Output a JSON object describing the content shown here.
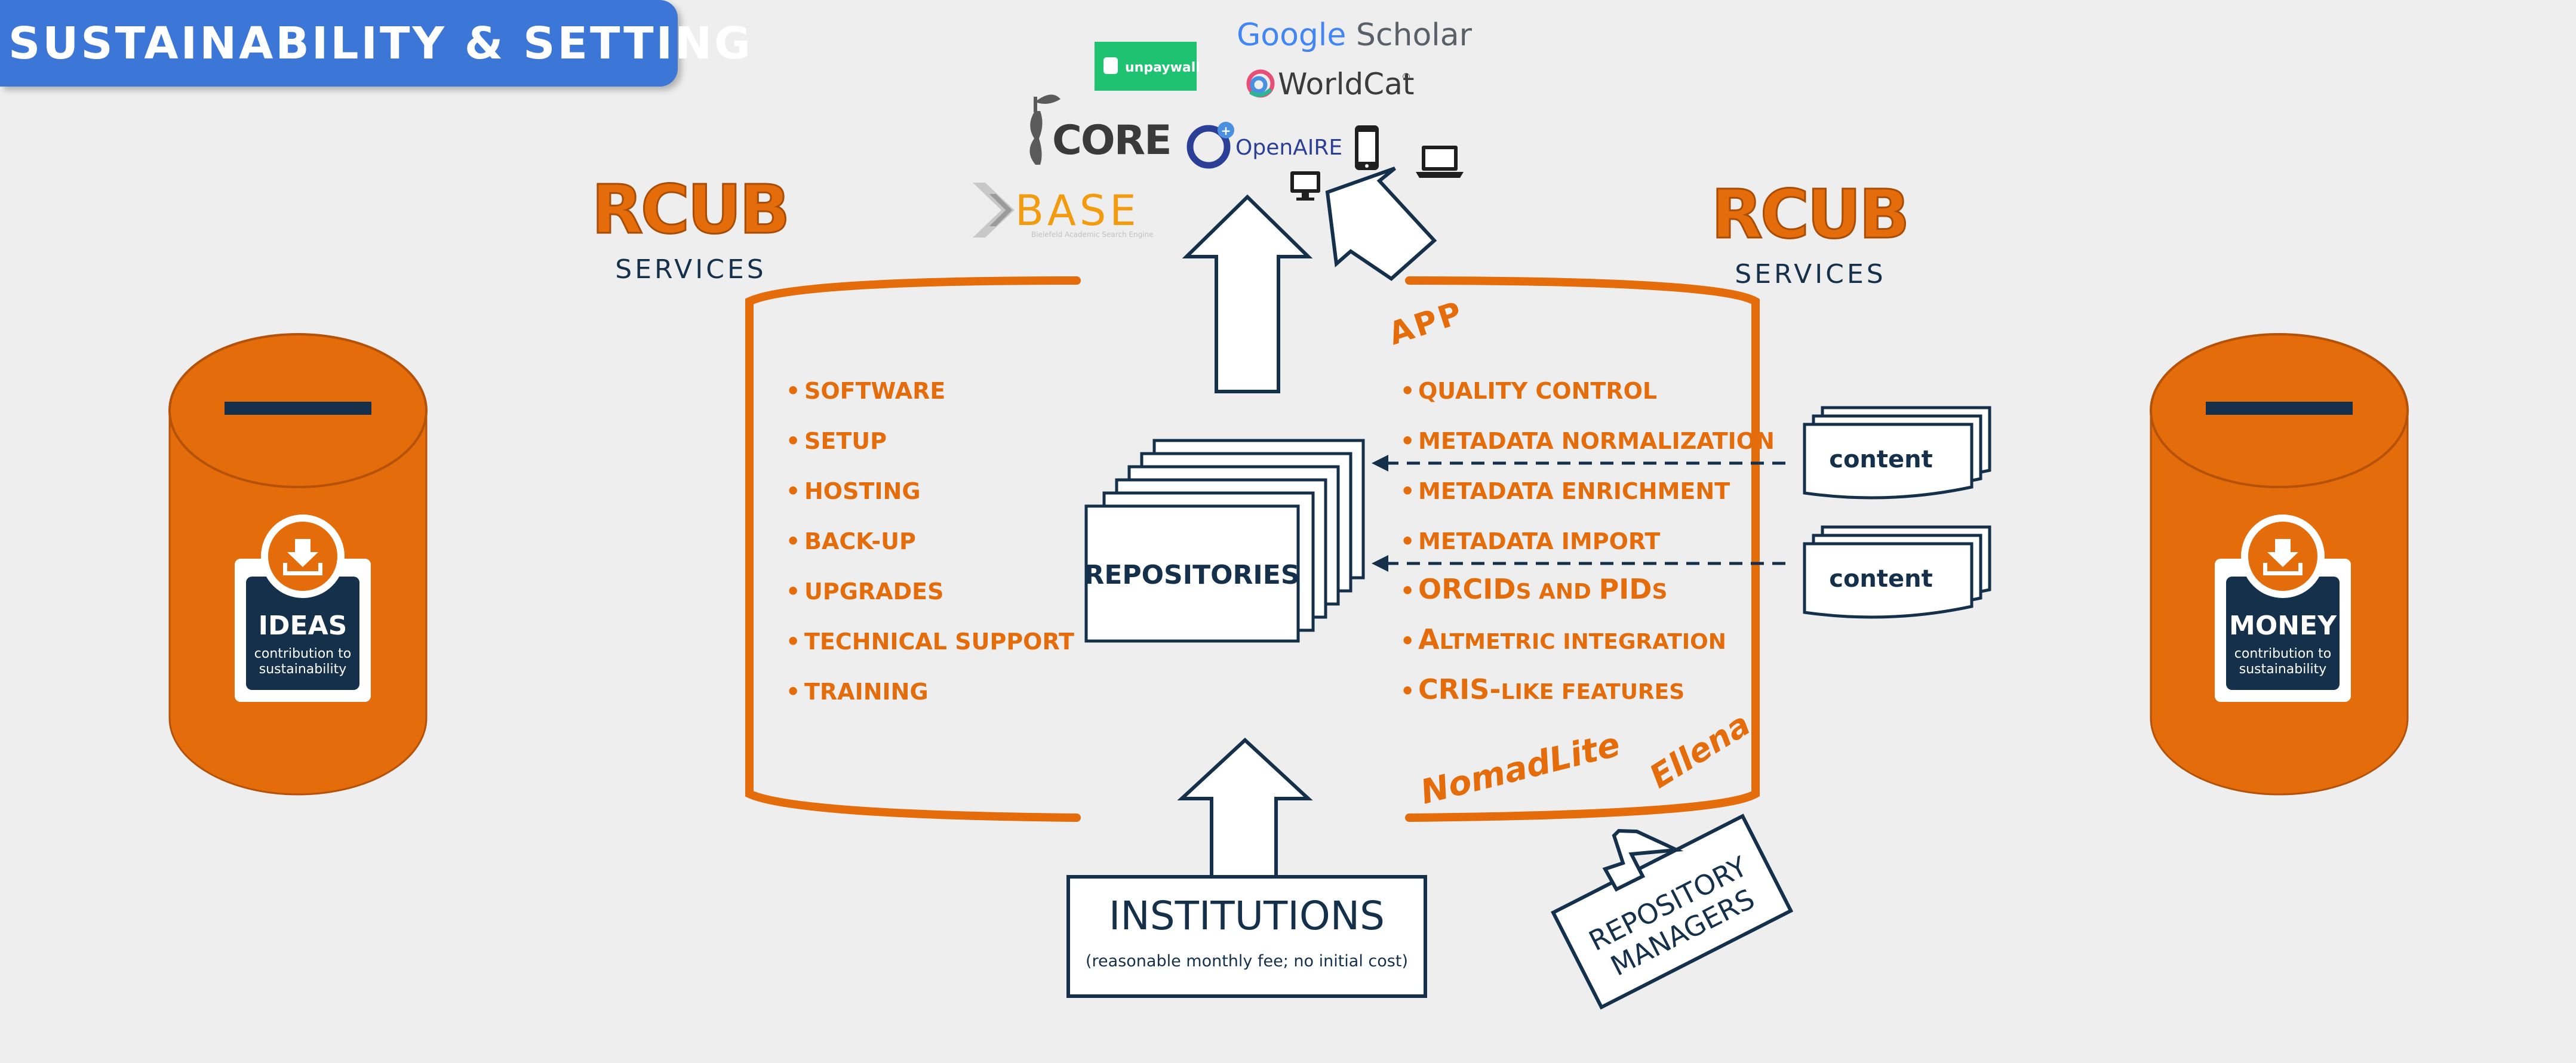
{
  "title": "SUSTAINABILITY & SETTING",
  "colors": {
    "orange": "#e46c0a",
    "navy": "#14304b",
    "blue": "#3c76d6",
    "background": "#eeeeef",
    "unpaywall_green": "#1ec271"
  },
  "rcub_left": {
    "logo": "RCUB",
    "label": "SERVICES"
  },
  "rcub_right": {
    "logo": "RCUB",
    "label": "SERVICES"
  },
  "ideas_box": {
    "title": "IDEAS",
    "subtitle_1": "contribution to",
    "subtitle_2": "sustainability",
    "icon": "download-icon"
  },
  "money_box": {
    "title": "MONEY",
    "subtitle_1": "contribution to",
    "subtitle_2": "sustainability",
    "icon": "download-icon"
  },
  "services_left": [
    "SOFTWARE",
    "SETUP",
    "HOSTING",
    "BACK-UP",
    "UPGRADES",
    "TECHNICAL SUPPORT",
    "TRAINING"
  ],
  "services_right": {
    "quality_control": "QUALITY CONTROL",
    "metadata_normalization": "METADATA NORMALIZATION",
    "metadata_enrichment": "METADATA ENRICHMENT",
    "metadata_import": "METADATA IMPORT",
    "orcids_a": "ORCID",
    "orcids_b": "S AND ",
    "orcids_c": "PID",
    "orcids_d": "S",
    "altmetric_a": "A",
    "altmetric_b": "LTMETRIC INTEGRATION",
    "cris_a": "CRIS-",
    "cris_b": "LIKE FEATURES"
  },
  "repositories_label": "REPOSITORIES",
  "content_labels": [
    "content",
    "content"
  ],
  "app_label": "APP",
  "nomadlite_label": "NomadLite",
  "ellena_label": "Ellena",
  "institutions": {
    "title": "INSTITUTIONS",
    "subtitle": "(reasonable monthly fee; no initial cost)"
  },
  "repository_managers": {
    "line1": "REPOSITORY",
    "line2": "MANAGERS"
  },
  "logos": {
    "unpaywall": "unpaywall",
    "google_a": "Google",
    "google_b": " Scholar",
    "worldcat": "WorldCat",
    "worldcat_mark": "®",
    "core": "CORE",
    "openaire": "OpenAIRE",
    "base": "BASE",
    "base_tagline": "Bielefeld Academic Search Engine"
  },
  "device_icons": [
    "monitor-icon",
    "smartphone-icon",
    "laptop-icon"
  ]
}
